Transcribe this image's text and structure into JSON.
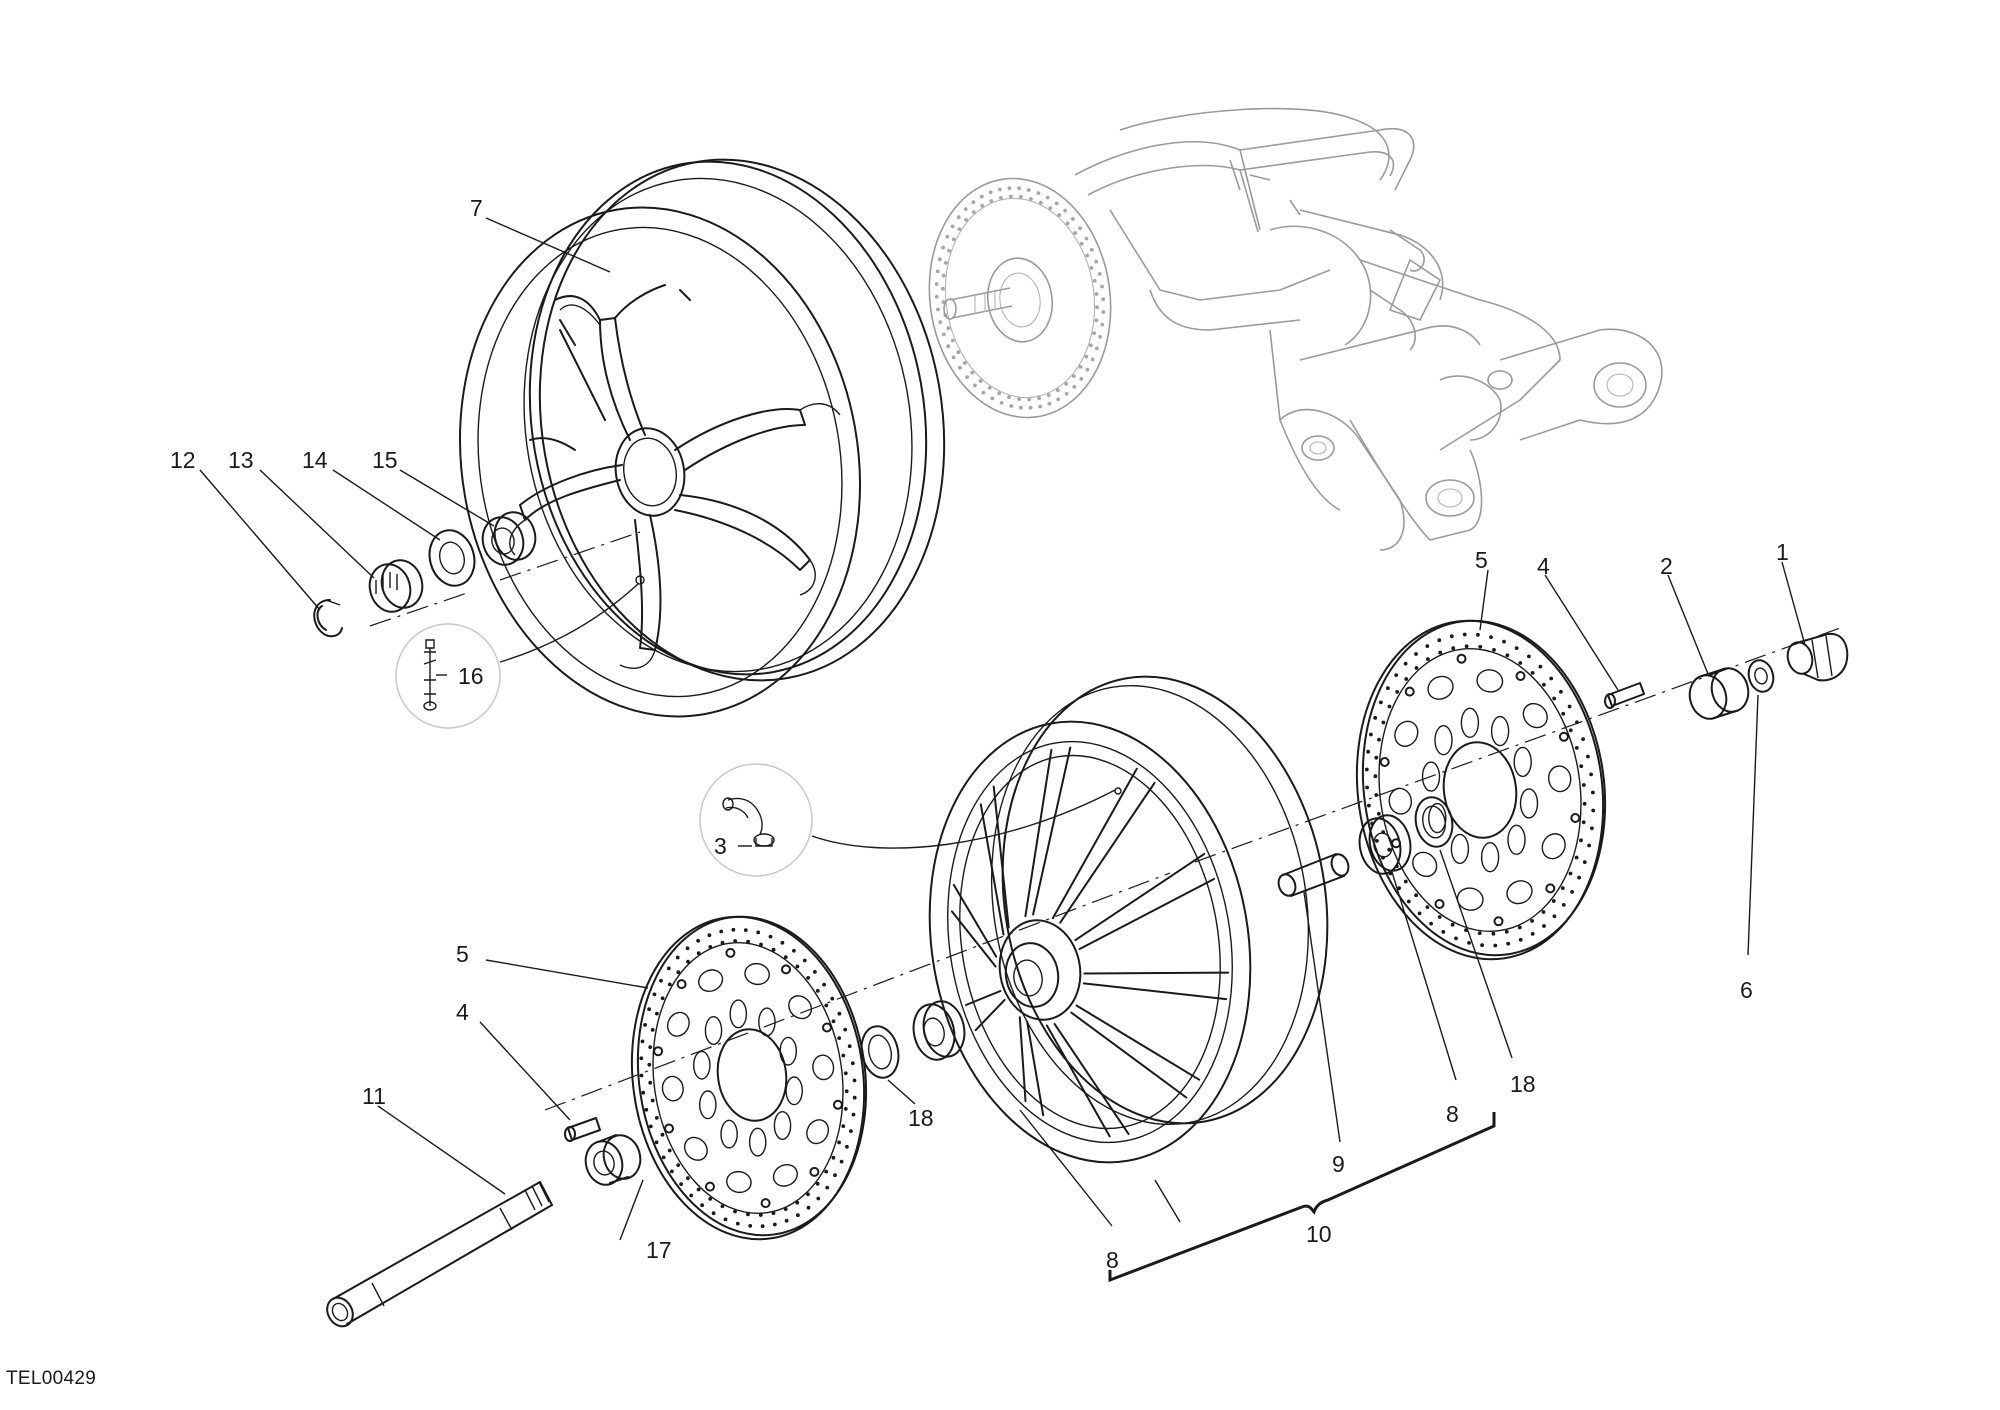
{
  "drawing_code": "TEL00429",
  "callouts": [
    {
      "id": "c1",
      "label": "1"
    },
    {
      "id": "c2",
      "label": "2"
    },
    {
      "id": "c3",
      "label": "3"
    },
    {
      "id": "c4a",
      "label": "4"
    },
    {
      "id": "c4b",
      "label": "4"
    },
    {
      "id": "c5a",
      "label": "5"
    },
    {
      "id": "c5b",
      "label": "5"
    },
    {
      "id": "c6",
      "label": "6"
    },
    {
      "id": "c7",
      "label": "7"
    },
    {
      "id": "c8a",
      "label": "8"
    },
    {
      "id": "c8b",
      "label": "8"
    },
    {
      "id": "c9",
      "label": "9"
    },
    {
      "id": "c10",
      "label": "10"
    },
    {
      "id": "c11",
      "label": "11"
    },
    {
      "id": "c12",
      "label": "12"
    },
    {
      "id": "c13",
      "label": "13"
    },
    {
      "id": "c14",
      "label": "14"
    },
    {
      "id": "c15",
      "label": "15"
    },
    {
      "id": "c16",
      "label": "16"
    },
    {
      "id": "c17",
      "label": "17"
    },
    {
      "id": "c18a",
      "label": "18"
    },
    {
      "id": "c18b",
      "label": "18"
    }
  ]
}
